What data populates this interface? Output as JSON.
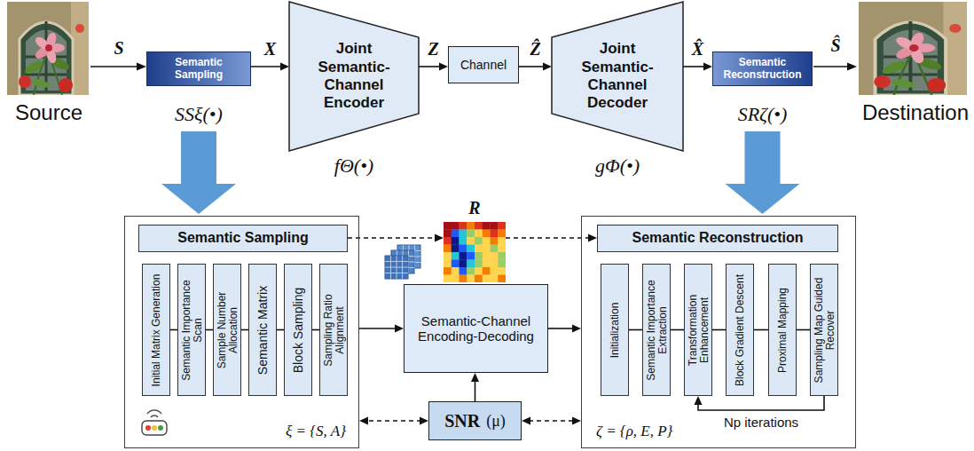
{
  "diagram": {
    "nodes": [
      {
        "text": [
          "Semantic Sampling",
          "SSξ(•)"
        ]
      },
      {
        "text": [
          "Joint Semantic-Channel Encoder",
          "fΘ(•)"
        ]
      },
      {
        "text": [
          "Channel"
        ]
      },
      {
        "text": [
          "Joint Semantic-Channel Decoder",
          "gΦ(•)"
        ]
      },
      {
        "text": [
          "Semantic Reconstruction",
          "SRζ(•)"
        ]
      },
      {
        "text": [
          "ξ = {S, A}"
        ]
      },
      {
        "text": [
          "Semantic Sampling"
        ],
        "in": 5
      },
      {
        "text": [
          "Initial Matrix Generation"
        ],
        "in": 5
      },
      {
        "text": [
          "Semantic Importance Scan"
        ],
        "in": 5
      },
      {
        "text": [
          "Sample Number Allocation"
        ],
        "in": 5
      },
      {
        "text": [
          "Semantic Matrix"
        ],
        "in": 5
      },
      {
        "text": [
          "Block Sampling"
        ],
        "in": 5
      },
      {
        "text": [
          "Sampling Ratio Alignment"
        ],
        "in": 5
      },
      {
        "text": [
          "R"
        ]
      },
      {
        "text": [
          "Semantic-Channel Encoding-Decoding"
        ]
      },
      {
        "text": [
          "SNR",
          "(μ)"
        ]
      },
      {
        "text": [
          "ζ = {ρ, E, P}"
        ]
      },
      {
        "text": [
          "Semantic Reconstruction"
        ],
        "in": 16
      },
      {
        "text": [
          "Initialization"
        ],
        "in": 16
      },
      {
        "text": [
          "Semantic Importance Extraction"
        ],
        "in": 16
      },
      {
        "text": [
          "Transformation Enhancement"
        ],
        "in": 16
      },
      {
        "text": [
          "Block Gradient Descent"
        ],
        "in": 16
      },
      {
        "text": [
          "Proximal Mapping"
        ],
        "in": 16
      },
      {
        "text": [
          "Sampling Map Guided Recover"
        ],
        "in": 16
      }
    ],
    "edges": [
      {
        "from": 0,
        "to": 1,
        "label": "X",
        "arrow": "to"
      },
      {
        "from": 1,
        "to": 2,
        "label": "Z",
        "arrow": "to"
      },
      {
        "from": 2,
        "to": 3,
        "label": "Ẑ",
        "arrow": "to"
      },
      {
        "from": 3,
        "to": 4,
        "label": "X̂",
        "arrow": "to"
      },
      {
        "from": 0,
        "to": 5,
        "arrow": "to"
      },
      {
        "from": 4,
        "to": 16,
        "arrow": "to"
      },
      {
        "from": 7,
        "to": 8,
        "arrow": "none"
      },
      {
        "from": 8,
        "to": 9,
        "arrow": "none"
      },
      {
        "from": 9,
        "to": 10,
        "arrow": "none"
      },
      {
        "from": 10,
        "to": 11,
        "arrow": "none"
      },
      {
        "from": 11,
        "to": 12,
        "arrow": "none"
      },
      {
        "from": 6,
        "to": 13,
        "arrow": "to"
      },
      {
        "from": 13,
        "to": 17,
        "arrow": "to"
      },
      {
        "from": 5,
        "to": 14,
        "arrow": "to"
      },
      {
        "from": 14,
        "to": 16,
        "arrow": "to"
      },
      {
        "from": 15,
        "to": 14,
        "arrow": "to"
      },
      {
        "from": 15,
        "to": 5,
        "arrow": "both"
      },
      {
        "from": 15,
        "to": 16,
        "arrow": "both"
      },
      {
        "from": 18,
        "to": 19,
        "arrow": "none"
      },
      {
        "from": 19,
        "to": 20,
        "arrow": "none"
      },
      {
        "from": 20,
        "to": 21,
        "arrow": "none"
      },
      {
        "from": 21,
        "to": 22,
        "arrow": "none"
      },
      {
        "from": 22,
        "to": 23,
        "arrow": "none"
      },
      {
        "from": 23,
        "to": 20,
        "label": "Np iterations",
        "arrow": "to"
      }
    ],
    "labels": [
      "Source",
      "S",
      "Ŝ",
      "Destination"
    ]
  }
}
